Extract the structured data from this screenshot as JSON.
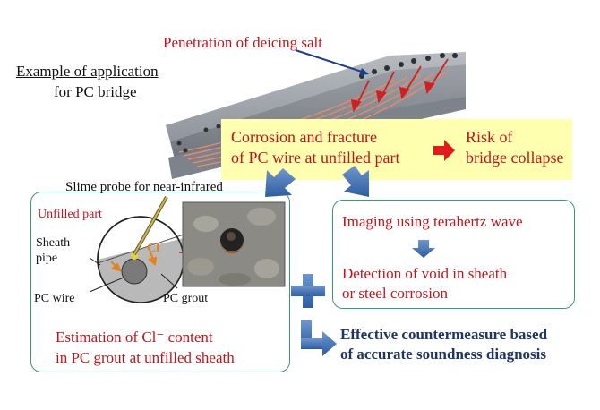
{
  "title": {
    "line1": "Example of application",
    "line2": "for PC bridge"
  },
  "top_label": "Penetration of deicing salt",
  "yellow_box": {
    "line1": "Corrosion and fracture",
    "line2": "of PC wire at unfilled part",
    "risk_line1": "Risk of",
    "risk_line2": "bridge collapse"
  },
  "left_panel": {
    "probe_label": "Slime probe for near-infrared",
    "unfilled_label": "Unfilled part",
    "sheath_line1": "Sheath",
    "sheath_line2": "pipe",
    "cl_label": "Cl",
    "wire_label": "PC wire",
    "grout_label": "PC grout",
    "estimation_line1": "Estimation of Cl⁻ content",
    "estimation_line2": "in PC grout at unfilled sheath"
  },
  "right_panel": {
    "imaging": "Imaging using terahertz wave",
    "detection_line1": "Detection of void in sheath",
    "detection_line2": "or steel corrosion"
  },
  "conclusion": {
    "line1": "Effective countermeasure based",
    "line2": "of accurate soundness diagnosis"
  },
  "colors": {
    "red_text": "#c0141b",
    "navy_text": "#1f3564",
    "box_border": "#3a9a6c",
    "highlight": "#ffffb0",
    "blue_arrow": "#3f73b7"
  }
}
